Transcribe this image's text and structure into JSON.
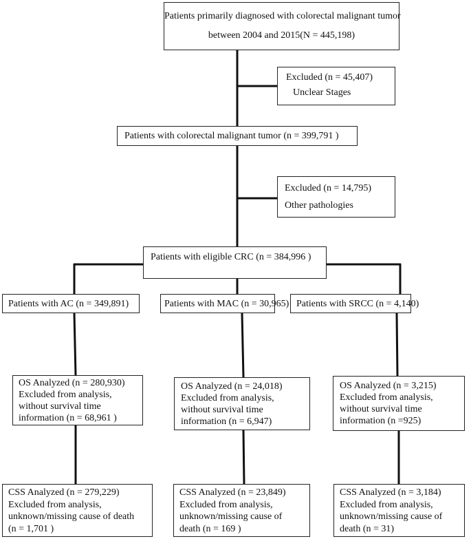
{
  "top": {
    "line1": "Patients primarily diagnosed with colorectal malignant tumor",
    "line2": "between 2004 and 2015(N = 445,198)"
  },
  "excluded1": {
    "line1": "Excluded (n = 45,407)",
    "line2": "Unclear Stages"
  },
  "colorectal": {
    "text": "Patients with colorectal malignant tumor (n = 399,791  )"
  },
  "excluded2": {
    "line1": "Excluded (n = 14,795)",
    "line2": "Other pathologies"
  },
  "eligible": {
    "text": "Patients with  eligible CRC (n = 384,996  )"
  },
  "groups": [
    {
      "title": "Patients with AC (n = 349,891)",
      "os": [
        "OS Analyzed (n = 280,930)",
        "Excluded from analysis,",
        "without survival time",
        "information (n = 68,961 )"
      ],
      "css": [
        "CSS Analyzed (n = 279,229)",
        "Excluded from analysis,",
        "unknown/missing cause of death",
        "(n = 1,701 )"
      ]
    },
    {
      "title": "Patients with MAC (n = 30,965)",
      "os": [
        "OS Analyzed (n = 24,018)",
        "Excluded from analysis,",
        "without survival time",
        "information (n = 6,947)"
      ],
      "css": [
        "CSS Analyzed (n = 23,849)",
        "Excluded from analysis,",
        "unknown/missing cause of",
        "death (n = 169 )"
      ]
    },
    {
      "title": "Patients with SRCC (n = 4,140)",
      "os": [
        "OS Analyzed (n = 3,215)",
        "Excluded from analysis,",
        "without survival time",
        "information (n =925)"
      ],
      "css": [
        "CSS Analyzed (n = 3,184)",
        "Excluded from analysis,",
        "unknown/missing cause of",
        "death (n = 31)"
      ]
    }
  ]
}
